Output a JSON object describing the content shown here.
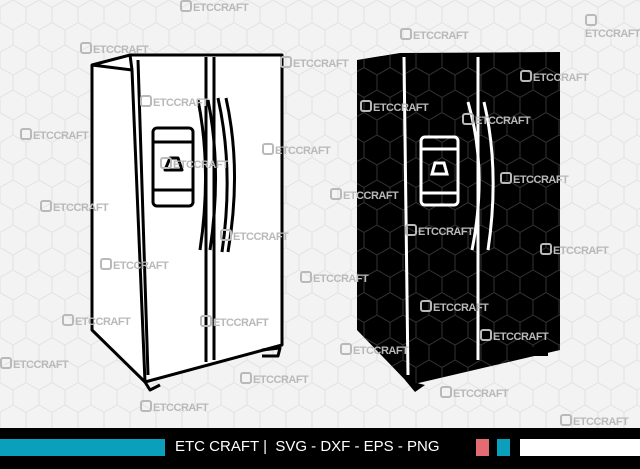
{
  "watermark": "ETCCRAFT",
  "footer": {
    "brand": "ETC CRAFT",
    "formats": "SVG - DXF - EPS - PNG",
    "colors": {
      "teal": "#0aa0bb",
      "pink": "#e46b72",
      "white": "#ffffff",
      "black": "#000000"
    }
  },
  "images": [
    {
      "name": "refrigerator-outline",
      "style": "outline"
    },
    {
      "name": "refrigerator-silhouette",
      "style": "filled"
    }
  ]
}
